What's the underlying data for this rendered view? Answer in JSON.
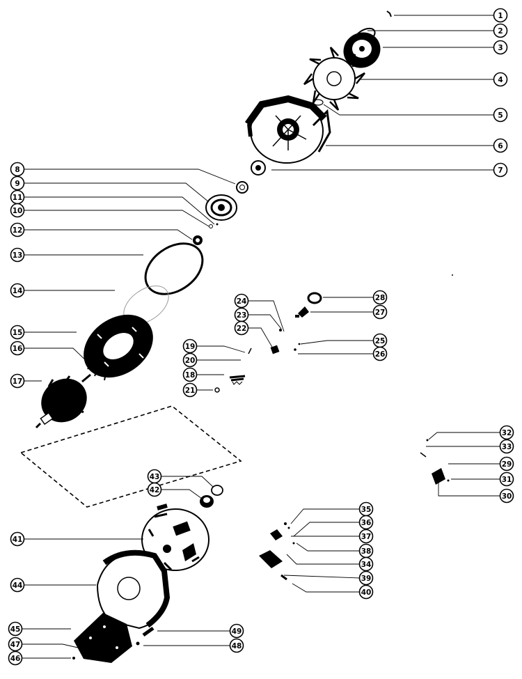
{
  "diagram": {
    "type": "exploded-parts-diagram",
    "subject": "alternator-assembly",
    "ink_color": "#000000",
    "paper_color": "#ffffff",
    "callouts": [
      {
        "label": "1",
        "side": "right"
      },
      {
        "label": "2",
        "side": "right"
      },
      {
        "label": "3",
        "side": "right"
      },
      {
        "label": "4",
        "side": "right"
      },
      {
        "label": "5",
        "side": "right"
      },
      {
        "label": "6",
        "side": "right"
      },
      {
        "label": "7",
        "side": "right"
      },
      {
        "label": "8",
        "side": "left"
      },
      {
        "label": "9",
        "side": "left"
      },
      {
        "label": "11",
        "side": "left"
      },
      {
        "label": "10",
        "side": "left"
      },
      {
        "label": "12",
        "side": "left"
      },
      {
        "label": "13",
        "side": "left"
      },
      {
        "label": "14",
        "side": "left"
      },
      {
        "label": "15",
        "side": "left"
      },
      {
        "label": "16",
        "side": "left"
      },
      {
        "label": "17",
        "side": "left"
      },
      {
        "label": "24",
        "side": "left"
      },
      {
        "label": "23",
        "side": "left"
      },
      {
        "label": "22",
        "side": "left"
      },
      {
        "label": "19",
        "side": "left"
      },
      {
        "label": "20",
        "side": "left"
      },
      {
        "label": "18",
        "side": "left"
      },
      {
        "label": "21",
        "side": "left"
      },
      {
        "label": "28",
        "side": "right"
      },
      {
        "label": "27",
        "side": "right"
      },
      {
        "label": "25",
        "side": "right"
      },
      {
        "label": "26",
        "side": "right"
      },
      {
        "label": "32",
        "side": "right"
      },
      {
        "label": "33",
        "side": "right"
      },
      {
        "label": "29",
        "side": "right"
      },
      {
        "label": "31",
        "side": "right"
      },
      {
        "label": "30",
        "side": "right"
      },
      {
        "label": "43",
        "side": "left"
      },
      {
        "label": "42",
        "side": "left"
      },
      {
        "label": "41",
        "side": "left"
      },
      {
        "label": "44",
        "side": "left"
      },
      {
        "label": "35",
        "side": "right"
      },
      {
        "label": "36",
        "side": "right"
      },
      {
        "label": "37",
        "side": "right"
      },
      {
        "label": "38",
        "side": "right"
      },
      {
        "label": "34",
        "side": "right"
      },
      {
        "label": "39",
        "side": "right"
      },
      {
        "label": "40",
        "side": "right"
      },
      {
        "label": "45",
        "side": "left"
      },
      {
        "label": "47",
        "side": "left"
      },
      {
        "label": "46",
        "side": "left"
      },
      {
        "label": "49",
        "side": "right"
      },
      {
        "label": "48",
        "side": "right"
      }
    ],
    "parts": [
      {
        "id": "nut"
      },
      {
        "id": "lock-washer"
      },
      {
        "id": "pulley"
      },
      {
        "id": "fan"
      },
      {
        "id": "spacer"
      },
      {
        "id": "drive-end-frame"
      },
      {
        "id": "bearing-retainer"
      },
      {
        "id": "collar"
      },
      {
        "id": "front-bearing"
      },
      {
        "id": "small-washer"
      },
      {
        "id": "screw"
      },
      {
        "id": "slinger"
      },
      {
        "id": "o-ring-large"
      },
      {
        "id": "insulator-ring"
      },
      {
        "id": "stator"
      },
      {
        "id": "stator-leads"
      },
      {
        "id": "rotor"
      },
      {
        "id": "terminal-insulator"
      },
      {
        "id": "terminal-stud"
      },
      {
        "id": "brush-spring"
      },
      {
        "id": "brush-holder"
      },
      {
        "id": "brush-set"
      },
      {
        "id": "brush-screw"
      },
      {
        "id": "seal-ring"
      },
      {
        "id": "rear-bearing"
      },
      {
        "id": "slip-ring-end-frame"
      },
      {
        "id": "rectifier-bridge"
      },
      {
        "id": "regulator"
      },
      {
        "id": "cover"
      },
      {
        "id": "diode-trio"
      },
      {
        "id": "capacitor"
      },
      {
        "id": "cover-plate"
      },
      {
        "id": "terminal-bolt"
      }
    ]
  }
}
